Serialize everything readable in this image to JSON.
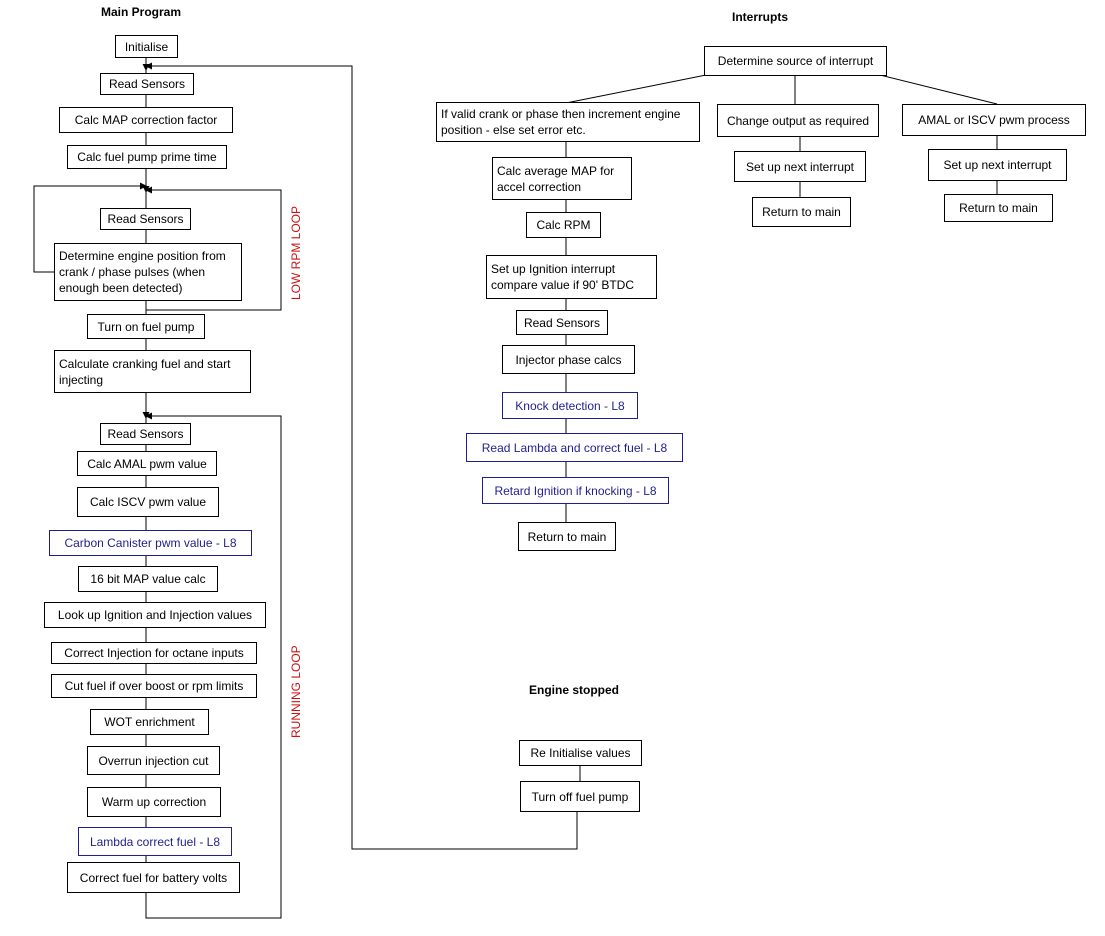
{
  "headings": {
    "main": "Main Program",
    "interrupts": "Interrupts",
    "stopped": "Engine stopped"
  },
  "loop_labels": {
    "low_rpm": "LOW RPM LOOP",
    "running": "RUNNING LOOP"
  },
  "main": {
    "initialise": "Initialise",
    "read1": "Read Sensors",
    "map_corr": "Calc MAP correction factor",
    "prime": "Calc fuel pump prime time",
    "read2": "Read Sensors",
    "engine_pos": "Determine engine position from crank / phase pulses (when enough been detected)",
    "fuel_pump_on": "Turn on fuel pump",
    "cranking": "Calculate cranking fuel and start injecting",
    "read3": "Read Sensors",
    "amal": "Calc AMAL pwm value",
    "iscv": "Calc ISCV pwm value",
    "canister": "Carbon Canister pwm value  - L8",
    "map16": "16 bit MAP value calc",
    "lookup": "Look up Ignition and Injection values",
    "octane": "Correct Injection for octane inputs",
    "cut": "Cut fuel if over boost or rpm limits",
    "wot": "WOT enrichment",
    "overrun": "Overrun injection cut",
    "warmup": "Warm up correction",
    "lambda": "Lambda correct fuel - L8",
    "battery": "Correct fuel for battery volts"
  },
  "interrupts": {
    "source": "Determine source of interrupt",
    "crank": "If valid crank or phase then increment engine position - else set error etc.",
    "avg_map": "Calc average MAP for accel correction",
    "rpm": "Calc RPM",
    "ign_setup": "Set up Ignition interrupt compare value if  90' BTDC",
    "read": "Read Sensors",
    "injector": "Injector phase calcs",
    "knock": "Knock detection - L8",
    "read_lambda": "Read Lambda and correct fuel - L8",
    "retard": "Retard Ignition if knocking - L8",
    "return1": "Return to main",
    "change_output": "Change output as required",
    "next1": "Set up next interrupt",
    "return2": "Return to main",
    "amal_iscv": "AMAL or ISCV pwm process",
    "next2": "Set up next interrupt",
    "return3": "Return to main"
  },
  "stopped": {
    "reinit": "Re Initialise values",
    "pump_off": "Turn off fuel pump"
  },
  "colors": {
    "line": "#000000",
    "l8_text": "#1f1f8f",
    "loop_label": "#cc1111"
  }
}
